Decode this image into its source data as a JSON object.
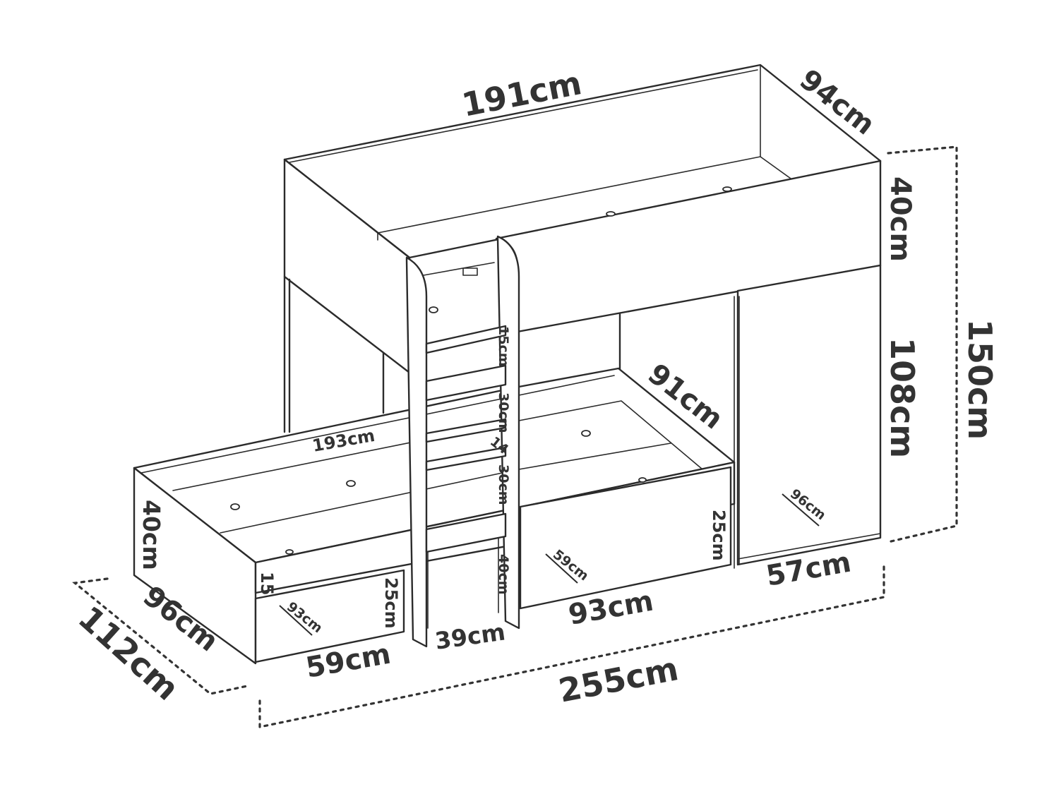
{
  "labels": {
    "top_length": "191cm",
    "top_depth": "94cm",
    "guard_height": "40cm",
    "upper_clearance": "108cm",
    "total_height": "150cm",
    "lower_depth": "91cm",
    "lower_length": "193cm",
    "lower_side_height": "40cm",
    "lower_total_depth": "96cm",
    "overall_depth": "112cm",
    "overall_length": "255cm",
    "drawer_left_width": "59cm",
    "drawer_left_depth": "93cm",
    "drawer_left_height": "25cm",
    "drawer_left_gap": "15",
    "ladder_width": "39cm",
    "ladder_step_top": "15cm",
    "ladder_step_mid": "30cm",
    "ladder_step_small": "14",
    "ladder_step_low": "30cm",
    "ladder_bottom": "40cm",
    "drawer_right_width": "93cm",
    "drawer_right_depth": "59cm",
    "drawer_right_height": "25cm",
    "wardrobe_width": "57cm",
    "wardrobe_depth": "96cm"
  }
}
